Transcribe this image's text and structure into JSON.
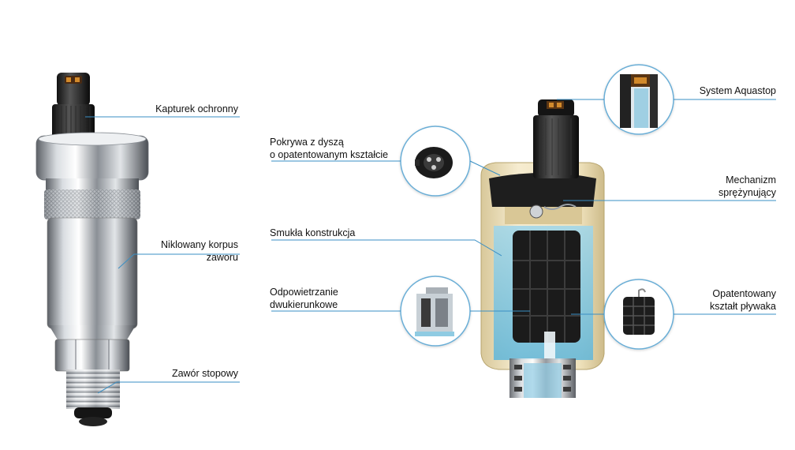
{
  "labels": {
    "cap": "Kapturek ochronny",
    "body_line1": "Niklowany korpus",
    "body_line2": "zaworu",
    "foot_valve": "Zawór stopowy",
    "cover_line1": "Pokrywa z dyszą",
    "cover_line2": "o opatentowanym kształcie",
    "slim": "Smukła konstrukcja",
    "vent_line1": "Odpowietrzanie",
    "vent_line2": "dwukierunkowe",
    "aquastop": "System Aquastop",
    "spring_line1": "Mechanizm",
    "spring_line2": "sprężynujący",
    "float_line1": "Opatentowany",
    "float_line2": "kształt pływaka"
  },
  "colors": {
    "leader": "#3a8fc4",
    "circle_stroke": "#6aaed6",
    "chrome": "#c8ccd0",
    "housing": "#f0e4c0",
    "water": "#7cc6e2"
  },
  "icons": [
    "protective-cap-icon",
    "nozzle-cover-icon",
    "two-way-vent-icon",
    "aquastop-icon",
    "float-icon"
  ]
}
